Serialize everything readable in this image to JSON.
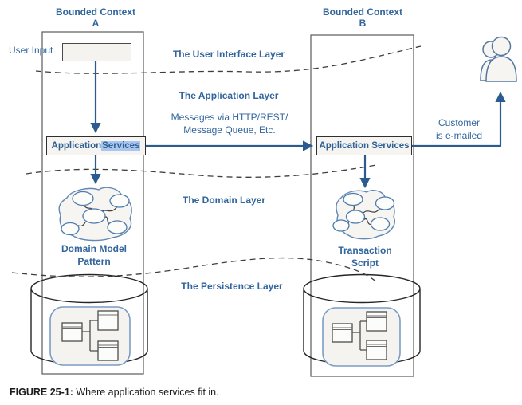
{
  "figure_caption": {
    "label": "FIGURE 25-1:",
    "text": " Where application services fit in."
  },
  "context_a": {
    "title": "Bounded Context\nA",
    "user_input_label": "User Input",
    "app_services_word1": "Application",
    "app_services_word2": "Services",
    "pattern_label": "Domain Model\nPattern"
  },
  "context_b": {
    "title": "Bounded Context\nB",
    "app_services_label": "Application Services",
    "pattern_label": "Transaction\nScript"
  },
  "layer_labels": {
    "ui": "The User Interface Layer",
    "application": "The Application Layer",
    "domain": "The Domain Layer",
    "persistence": "The Persistence Layer"
  },
  "annotations": {
    "messages": "Messages via HTTP/REST/\nMessage Queue, Etc.",
    "customer_emailed": "Customer\nis e-mailed"
  },
  "icons": {
    "customer": "people-icon",
    "database": "database-cylinder-icon",
    "domain_model": "domain-objects-blob-icon",
    "tables": "table-relations-icon"
  },
  "colors": {
    "text_blue": "#31659c",
    "arrow_blue": "#2b5c8f",
    "selection_highlight": "#a9c7ee",
    "dashed_divider": "#3e3e3e",
    "box_fill": "#f5f4f1",
    "blob_stroke": "#6288b4"
  }
}
